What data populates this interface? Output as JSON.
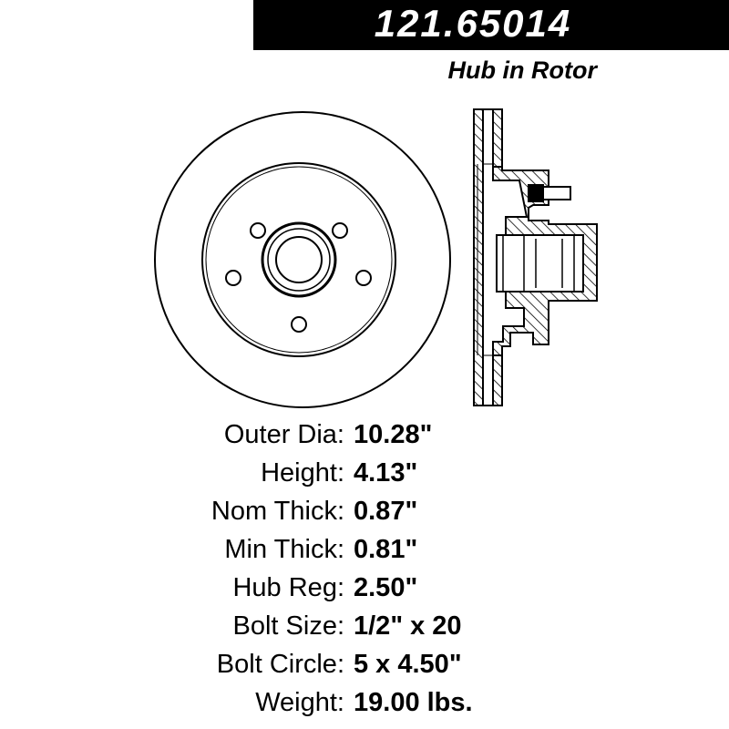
{
  "header": {
    "part_number": "121.65014",
    "subtitle": "Hub in Rotor"
  },
  "specs": [
    {
      "label": "Outer Dia:",
      "value": "10.28\""
    },
    {
      "label": "Height:",
      "value": "4.13\""
    },
    {
      "label": "Nom Thick:",
      "value": "0.87\""
    },
    {
      "label": "Min Thick:",
      "value": "0.81\""
    },
    {
      "label": "Hub Reg:",
      "value": "2.50\""
    },
    {
      "label": "Bolt Size:",
      "value": "1/2\" x 20"
    },
    {
      "label": "Bolt Circle:",
      "value": "5 x 4.50\""
    },
    {
      "label": "Weight:",
      "value": "19.00 lbs."
    }
  ]
}
